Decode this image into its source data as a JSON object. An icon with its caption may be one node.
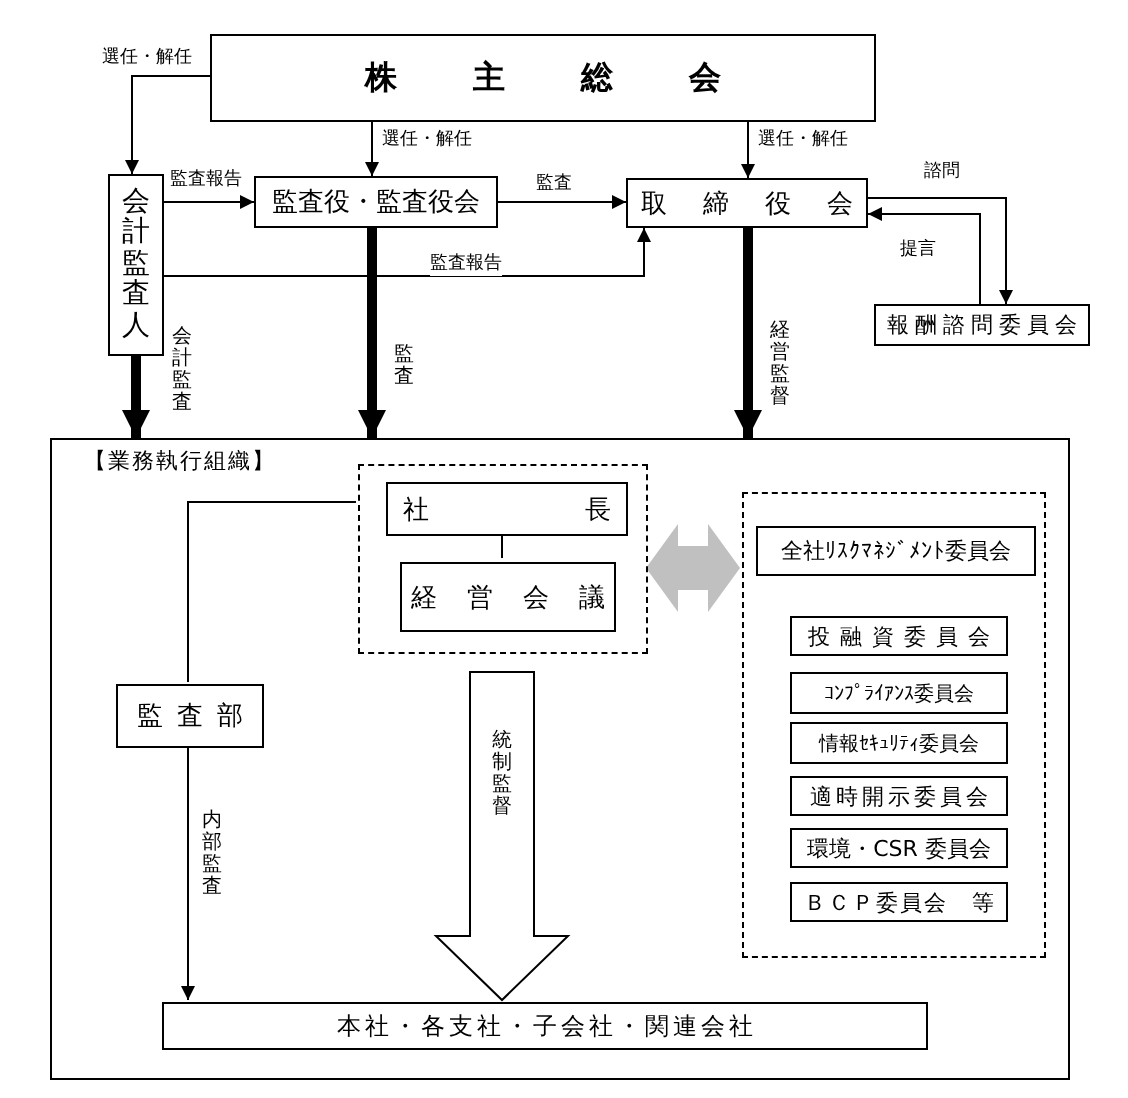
{
  "diagram": {
    "nodes": [
      {
        "text": [
          "株主総会"
        ]
      },
      {
        "text": [
          "会計監査人"
        ]
      },
      {
        "text": [
          "監査役・監査役会"
        ]
      },
      {
        "text": [
          "取締役会"
        ]
      },
      {
        "text": [
          "報酬諮問委員会"
        ]
      },
      {
        "text": [
          "【業務執行組織】"
        ]
      },
      {
        "text": [],
        "shape": "box",
        "in": 5
      },
      {
        "text": [
          "社長"
        ],
        "in": 6
      },
      {
        "text": [
          "経営会議"
        ],
        "in": 6
      },
      {
        "text": [],
        "shape": "box",
        "in": 5
      },
      {
        "text": [
          "全社ﾘｽｸﾏﾈｼﾞﾒﾝﾄ委員会"
        ],
        "in": 9
      },
      {
        "text": [
          "投融資委員会"
        ],
        "in": 9
      },
      {
        "text": [
          "ｺﾝﾌﾟﾗｲｱﾝｽ委員会"
        ],
        "in": 9
      },
      {
        "text": [
          "情報ｾｷｭﾘﾃｨ委員会"
        ],
        "in": 9
      },
      {
        "text": [
          "適時開示委員会"
        ],
        "in": 9
      },
      {
        "text": [
          "環境・CSR 委員会"
        ],
        "in": 9
      },
      {
        "text": [
          "ＢＣＰ委員会　等"
        ],
        "in": 9
      },
      {
        "text": [
          "監査部"
        ],
        "in": 5
      },
      {
        "text": [
          "本社・各支社・子会社・関連会社"
        ],
        "in": 5
      }
    ],
    "edges": [
      {
        "from": 0,
        "to": 1,
        "arrow": "to",
        "label": "選任・解任"
      },
      {
        "from": 0,
        "to": 2,
        "arrow": "to",
        "label": "選任・解任"
      },
      {
        "from": 0,
        "to": 3,
        "arrow": "to",
        "label": "選任・解任"
      },
      {
        "from": 1,
        "to": 2,
        "arrow": "to",
        "label": "監査報告"
      },
      {
        "from": 2,
        "to": 3,
        "arrow": "to",
        "label": "監査"
      },
      {
        "from": 1,
        "to": 3,
        "arrow": "to",
        "label": "監査報告"
      },
      {
        "from": 3,
        "to": 4,
        "arrow": "to",
        "label": "諮問"
      },
      {
        "from": 4,
        "to": 3,
        "arrow": "to",
        "label": "提言"
      },
      {
        "from": 1,
        "to": 5,
        "arrow": "to",
        "label": "会計監査",
        "style": "thick"
      },
      {
        "from": 2,
        "to": 5,
        "arrow": "to",
        "label": "監査",
        "style": "thick"
      },
      {
        "from": 3,
        "to": 5,
        "arrow": "to",
        "label": "経営監督",
        "style": "thick"
      },
      {
        "from": 7,
        "to": 8,
        "arrow": "none"
      },
      {
        "from": 6,
        "to": 17,
        "arrow": "none"
      },
      {
        "from": 17,
        "to": 18,
        "arrow": "to",
        "label": "内部監査"
      },
      {
        "from": 6,
        "to": 18,
        "arrow": "to",
        "label": "統制監督",
        "style": "thick"
      },
      {
        "from": 6,
        "to": 9,
        "arrow": "both",
        "style": "thick",
        "color": "#c0c0c0"
      }
    ]
  }
}
